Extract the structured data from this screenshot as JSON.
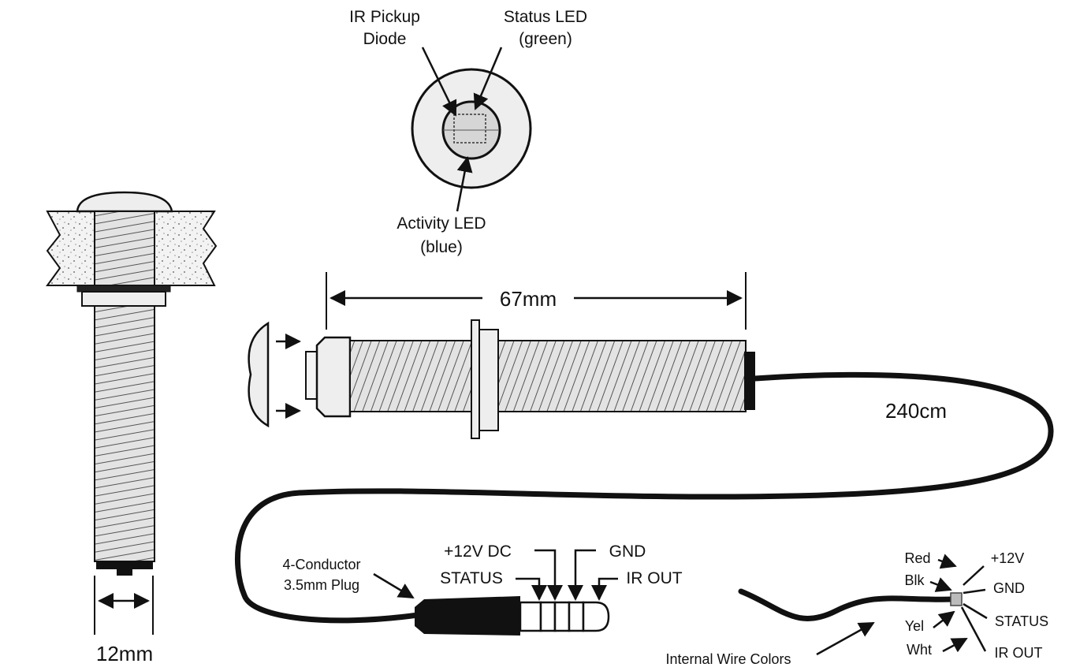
{
  "diagram": {
    "front_view": {
      "ir_pickup_line1": "IR Pickup",
      "ir_pickup_line2": "Diode",
      "status_led_line1": "Status LED",
      "status_led_line2": "(green)",
      "activity_led_line1": "Activity LED",
      "activity_led_line2": "(blue)"
    },
    "dimensions": {
      "length": "67mm",
      "cable_length": "240cm",
      "diameter": "12mm"
    },
    "plug": {
      "type_line1": "4-Conductor",
      "type_line2": "3.5mm Plug",
      "pin_12v": "+12V DC",
      "pin_status": "STATUS",
      "pin_gnd": "GND",
      "pin_irout": "IR OUT"
    },
    "wires": {
      "caption": "Internal Wire Colors",
      "red": "Red",
      "blk": "Blk",
      "yel": "Yel",
      "wht": "Wht",
      "sig_12v": "+12V",
      "sig_gnd": "GND",
      "sig_status": "STATUS",
      "sig_irout": "IR OUT"
    }
  },
  "colors": {
    "line": "#111111",
    "light_fill": "#eeeeee",
    "thread_fill": "#d9d9d9",
    "wall_fill": "#f1f1f1"
  }
}
